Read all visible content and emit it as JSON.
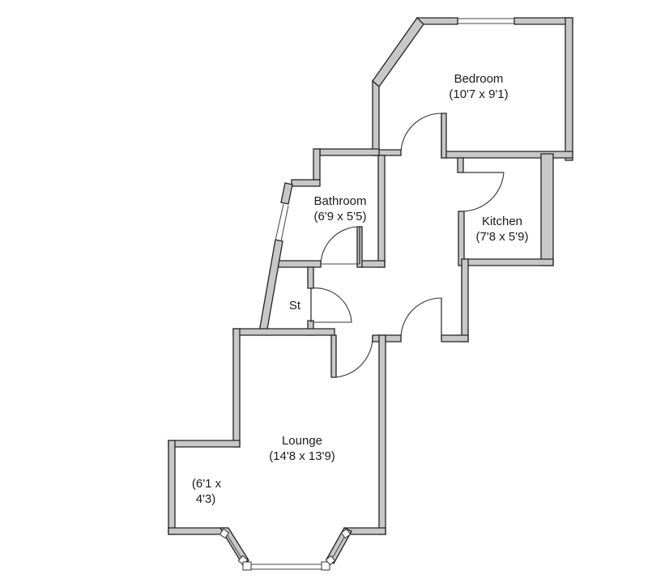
{
  "rooms": {
    "bedroom": {
      "name": "Bedroom",
      "dims": "(10'7 x 9'1)"
    },
    "bathroom": {
      "name": "Bathroom",
      "dims": "(6'9 x 5'5)"
    },
    "kitchen": {
      "name": "Kitchen",
      "dims": "(7'8 x 5'9)"
    },
    "store": {
      "name": "St"
    },
    "lounge": {
      "name": "Lounge",
      "dims": "(14'8 x 13'9)"
    },
    "bay": {
      "line1": "(6'1 x",
      "line2": "4'3)"
    }
  }
}
